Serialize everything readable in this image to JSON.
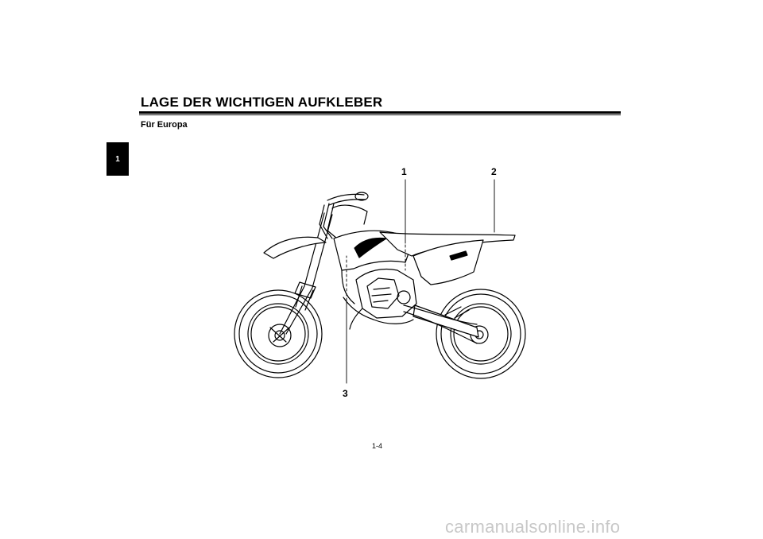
{
  "page": {
    "title": "LAGE DER WICHTIGEN AUFKLEBER",
    "subtitle": "Für Europa",
    "chapter_number": "1",
    "page_number": "1-4"
  },
  "illustration": {
    "callouts": [
      "1",
      "2",
      "3"
    ]
  },
  "watermark": "carmanualsonline.info"
}
